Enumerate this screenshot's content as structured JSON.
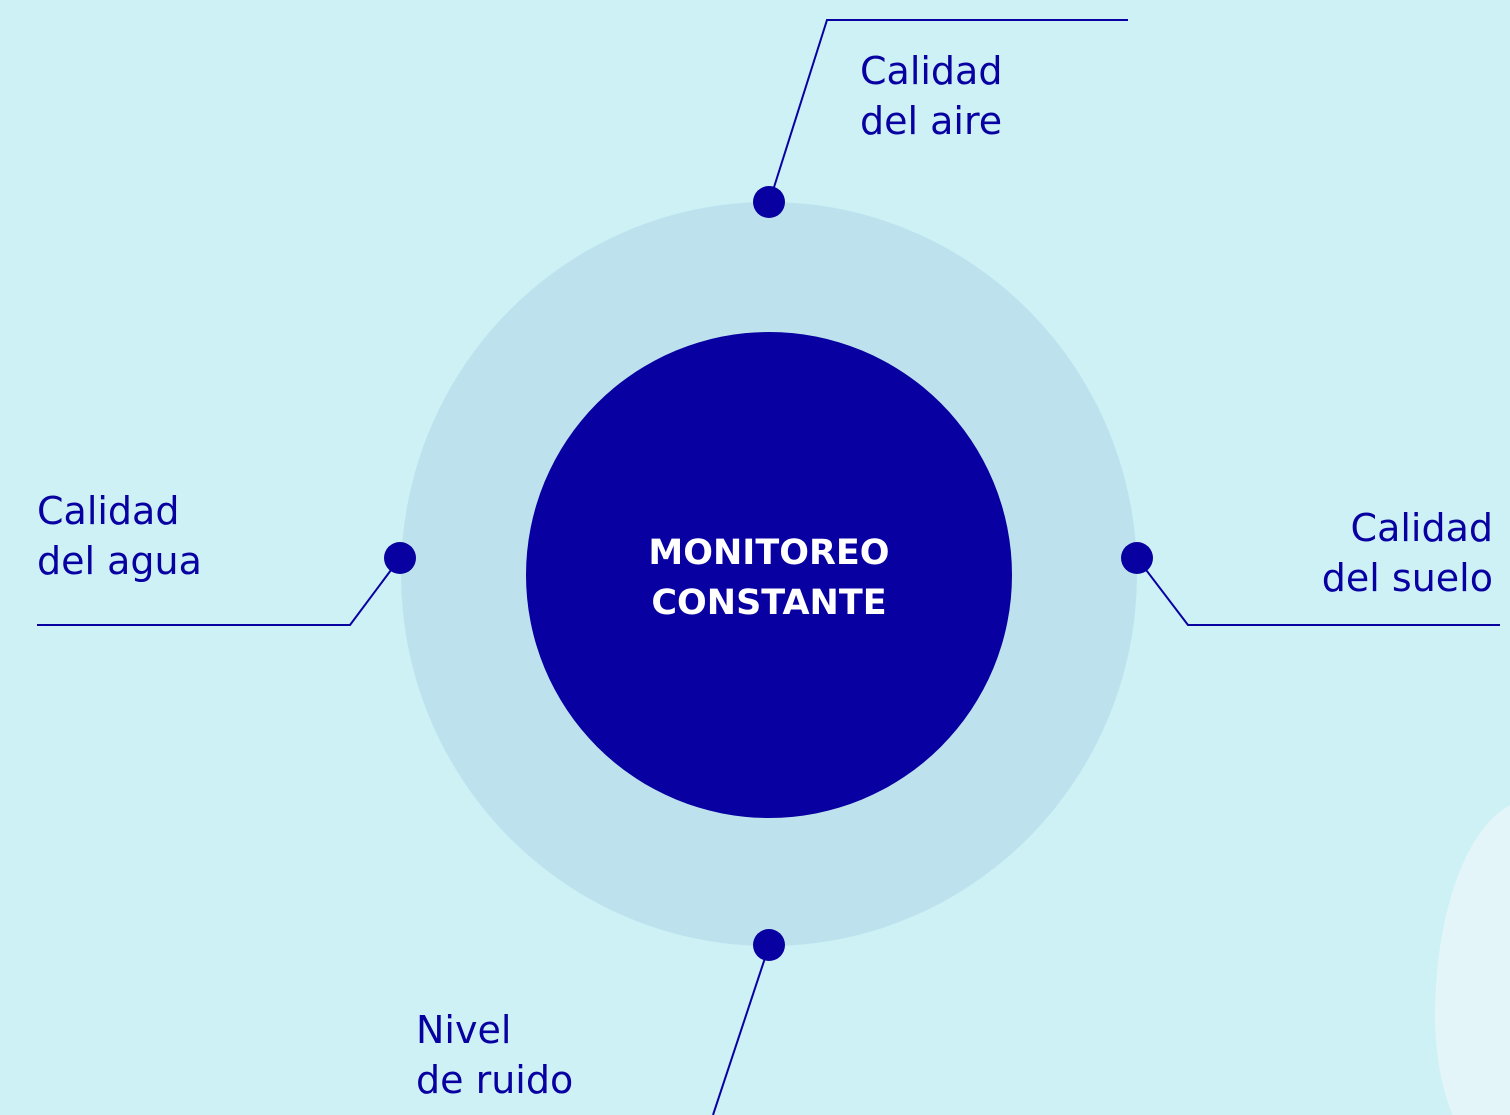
{
  "center": {
    "line1": "MONITOREO",
    "line2": "CONSTANTE"
  },
  "nodes": {
    "aire": {
      "line1": "Calidad",
      "line2": "del aire"
    },
    "agua": {
      "line1": "Calidad",
      "line2": "del agua"
    },
    "suelo": {
      "line1": "Calidad",
      "line2": "del suelo"
    },
    "ruido": {
      "line1": "Nivel",
      "line2": "de ruido"
    }
  },
  "colors": {
    "background": "#cdf1f5",
    "ring": "#bde2ee",
    "accent": "#0800a1",
    "center_text": "#ffffff"
  }
}
